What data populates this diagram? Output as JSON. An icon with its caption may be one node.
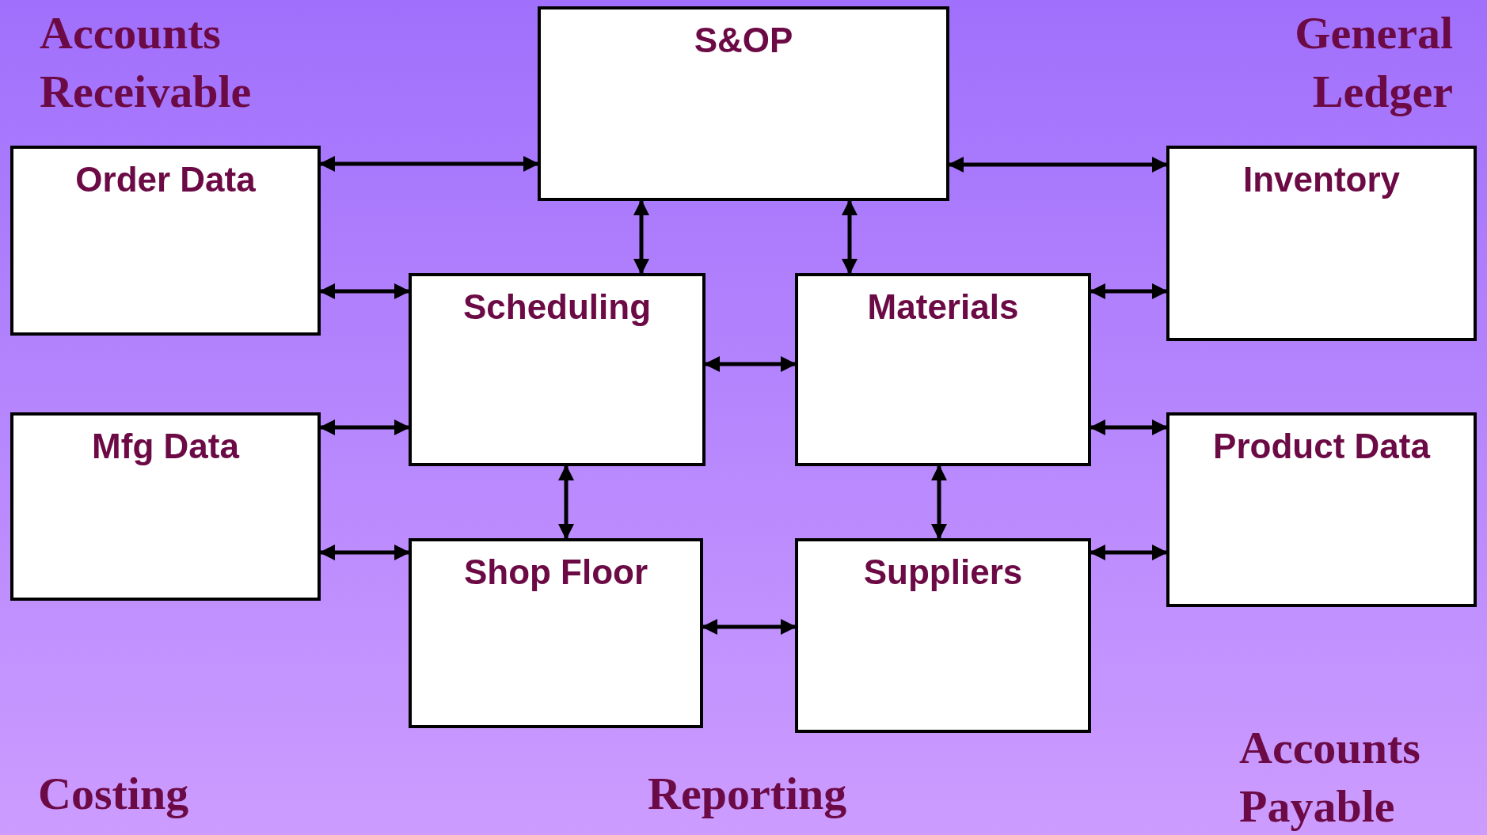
{
  "diagram": {
    "nodes": [
      {
        "text": [
          "S&OP"
        ]
      },
      {
        "text": [
          "Order Data"
        ]
      },
      {
        "text": [
          "Inventory"
        ]
      },
      {
        "text": [
          "Scheduling"
        ]
      },
      {
        "text": [
          "Materials"
        ]
      },
      {
        "text": [
          "Mfg Data"
        ]
      },
      {
        "text": [
          "Product Data"
        ]
      },
      {
        "text": [
          "Shop Floor"
        ]
      },
      {
        "text": [
          "Suppliers"
        ]
      }
    ],
    "edges": [
      {
        "from": 1,
        "to": 0,
        "arrow": "both"
      },
      {
        "from": 0,
        "to": 2,
        "arrow": "both"
      },
      {
        "from": 0,
        "to": 3,
        "arrow": "both"
      },
      {
        "from": 0,
        "to": 4,
        "arrow": "both"
      },
      {
        "from": 1,
        "to": 3,
        "arrow": "both"
      },
      {
        "from": 4,
        "to": 2,
        "arrow": "both"
      },
      {
        "from": 3,
        "to": 4,
        "arrow": "both"
      },
      {
        "from": 5,
        "to": 3,
        "arrow": "both"
      },
      {
        "from": 4,
        "to": 6,
        "arrow": "both"
      },
      {
        "from": 3,
        "to": 7,
        "arrow": "both"
      },
      {
        "from": 4,
        "to": 8,
        "arrow": "both"
      },
      {
        "from": 5,
        "to": 7,
        "arrow": "both"
      },
      {
        "from": 8,
        "to": 6,
        "arrow": "both"
      },
      {
        "from": 7,
        "to": 8,
        "arrow": "both"
      }
    ],
    "labels": [
      "Accounts Receivable",
      "General Ledger",
      "Costing",
      "Reporting",
      "Accounts Payable"
    ]
  }
}
